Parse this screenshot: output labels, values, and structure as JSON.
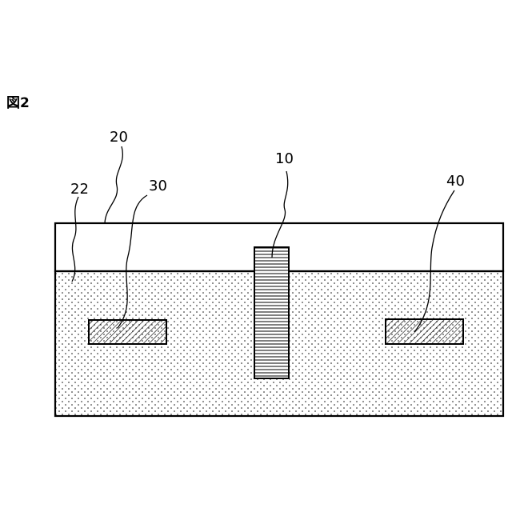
{
  "figure": {
    "title": "図2"
  },
  "labels": {
    "ref_10": "10",
    "ref_20": "20",
    "ref_22": "22",
    "ref_30": "30",
    "ref_40": "40"
  },
  "colors": {
    "line": "#000000",
    "background": "#ffffff",
    "dot": "#000000"
  },
  "patterns": {
    "layer_22": "dotted",
    "element_10": "horizontal-lines",
    "element_30": "diagonal-hatch",
    "element_40": "diagonal-hatch"
  }
}
